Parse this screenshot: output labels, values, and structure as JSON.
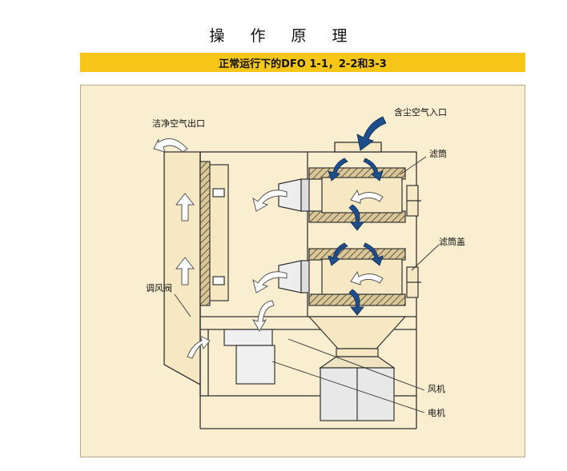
{
  "title": "操 作 原 理",
  "subtitle": "正常运行下的DFO 1-1，2-2和3-3",
  "labels": {
    "clean_air_outlet": "洁净空气出口",
    "dirty_air_inlet": "含尘空气入口",
    "filter_cartridge": "滤筒",
    "filter_cover": "滤筒盖",
    "damper": "调风阀",
    "fan": "风机",
    "motor": "电机"
  },
  "colors": {
    "band": "#f5c518",
    "panel": "#faeed1",
    "dirty_air_arrow": "#1f4e8c",
    "clean_air_arrow": "#ffffff"
  }
}
